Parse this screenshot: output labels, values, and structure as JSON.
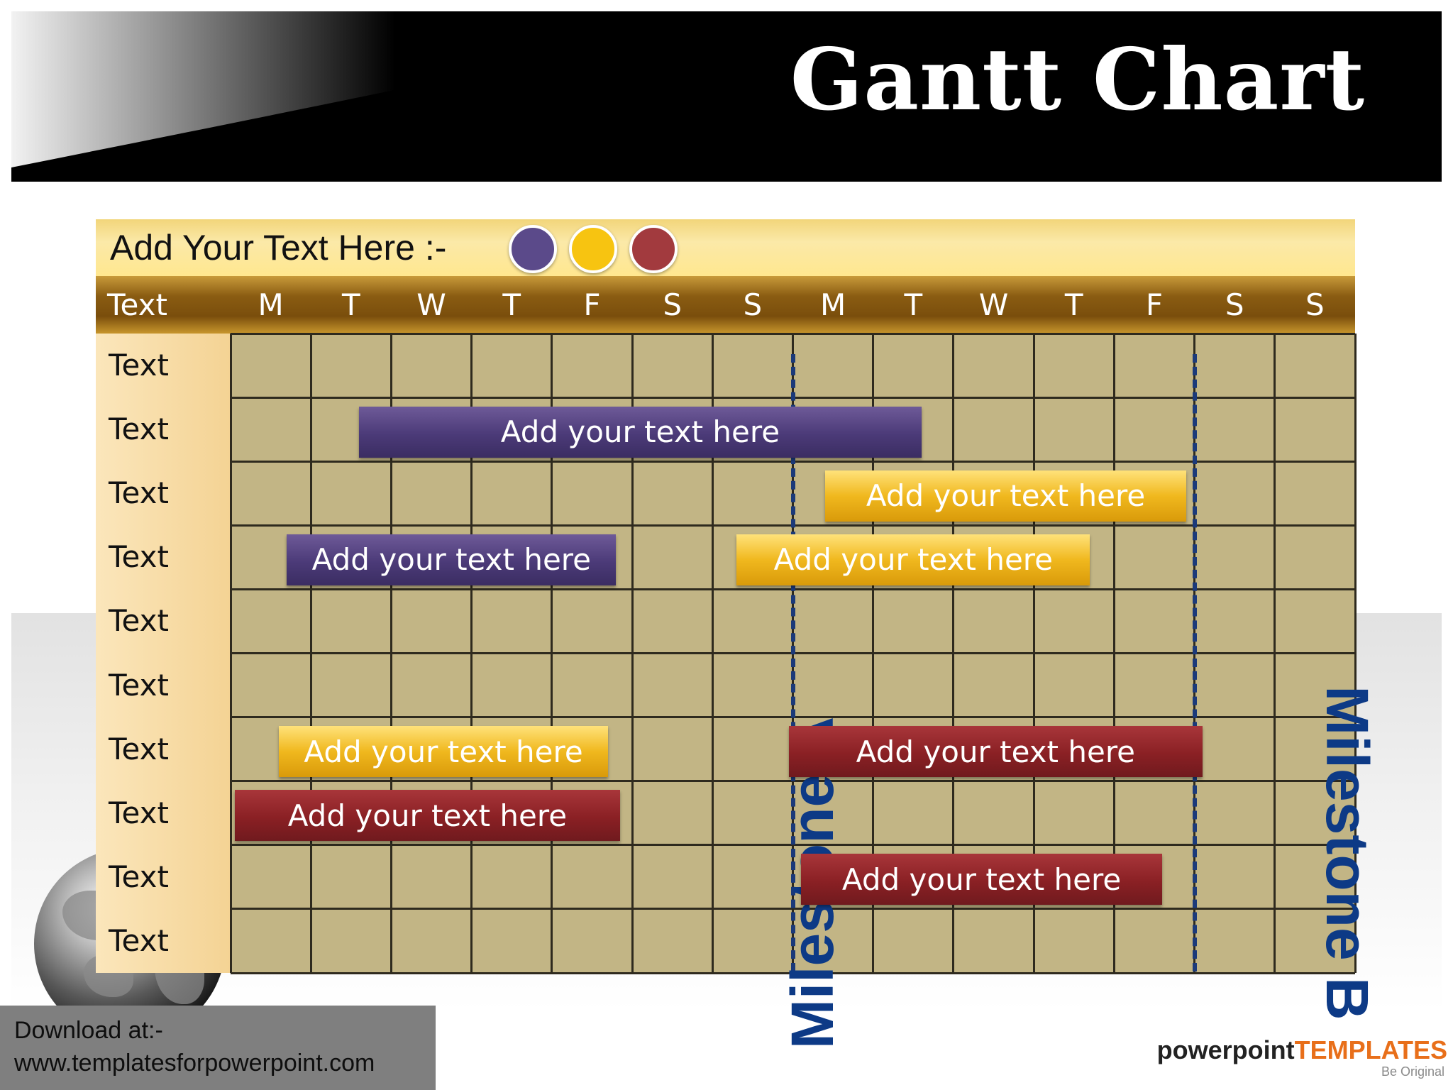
{
  "title": "Gantt Chart",
  "legend": {
    "label": "Add Your Text  Here :-",
    "dots": [
      "#5b4a8a",
      "#f7c411",
      "#a23a3e"
    ]
  },
  "columns": {
    "corner": "Text",
    "days": [
      "M",
      "T",
      "W",
      "T",
      "F",
      "S",
      "S",
      "M",
      "T",
      "W",
      "T",
      "F",
      "S",
      "S"
    ]
  },
  "rows": [
    "Text",
    "Text",
    "Text",
    "Text",
    "Text",
    "Text",
    "Text",
    "Text",
    "Text",
    "Text"
  ],
  "bars": [
    {
      "row": 2,
      "start": 1.6,
      "end": 8.6,
      "color": "purple",
      "label": "Add your text here"
    },
    {
      "row": 3,
      "start": 7.4,
      "end": 11.9,
      "color": "yellow",
      "label": "Add your text here"
    },
    {
      "row": 4,
      "start": 0.7,
      "end": 4.8,
      "color": "purple",
      "label": "Add your text here"
    },
    {
      "row": 4,
      "start": 6.3,
      "end": 10.7,
      "color": "yellow",
      "label": "Add your text here"
    },
    {
      "row": 7,
      "start": 0.6,
      "end": 4.7,
      "color": "yellow",
      "label": "Add your text here"
    },
    {
      "row": 7,
      "start": 6.95,
      "end": 12.1,
      "color": "red",
      "label": "Add your text here"
    },
    {
      "row": 8,
      "start": 0.05,
      "end": 4.85,
      "color": "red",
      "label": "Add your text here"
    },
    {
      "row": 9,
      "start": 7.1,
      "end": 11.6,
      "color": "red",
      "label": "Add your text here"
    }
  ],
  "milestones": [
    {
      "label": "Milestone A",
      "position": 7.0
    },
    {
      "label": "Milestone B",
      "position": 12.0
    }
  ],
  "footer": {
    "line1": "Download at:-",
    "line2": "www.templatesforpowerpoint.com"
  },
  "brand": {
    "part1": "powerpoint",
    "part2": "TEMPLATES",
    "tagline": "Be Original"
  }
}
